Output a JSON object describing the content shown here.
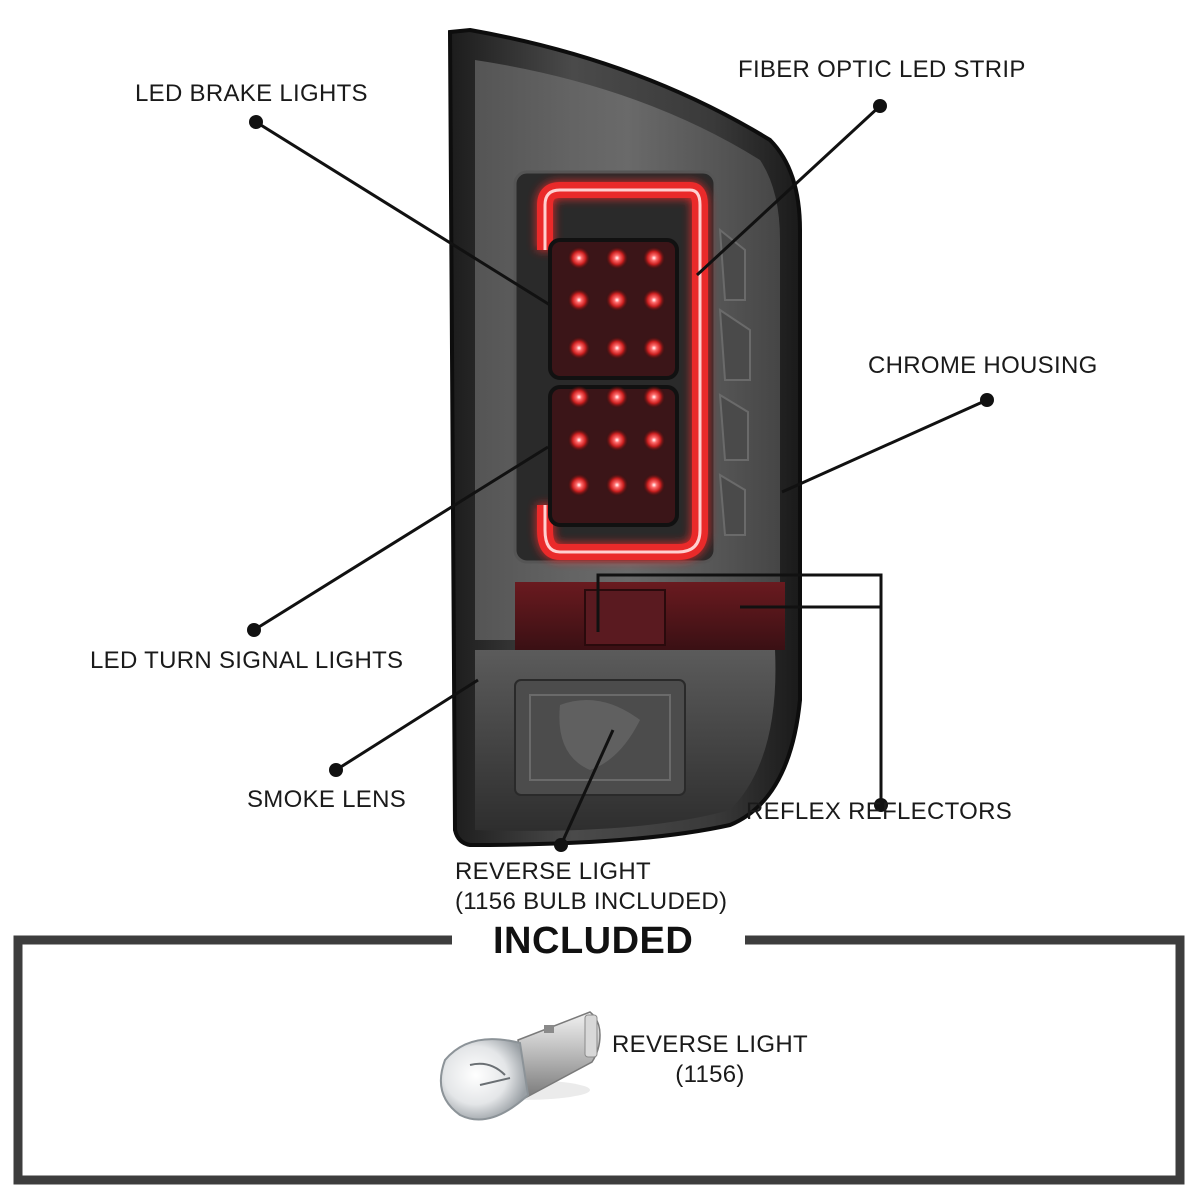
{
  "callouts": {
    "led_brake_lights": "LED BRAKE LIGHTS",
    "fiber_optic_led_strip": "FIBER OPTIC LED STRIP",
    "chrome_housing": "CHROME HOUSING",
    "led_turn_signal_lights": "LED TURN SIGNAL LIGHTS",
    "smoke_lens": "SMOKE LENS",
    "reflex_reflectors": "REFLEX REFLECTORS",
    "reverse_light_line1": "REVERSE LIGHT",
    "reverse_light_line2": "(1156 BULB INCLUDED)"
  },
  "included": {
    "title": "INCLUDED",
    "item_line1": "REVERSE LIGHT",
    "item_line2": "(1156)"
  },
  "colors": {
    "led_red": "#ff2a2a",
    "housing_smoke": "#3a3a3a",
    "frame_gray": "#3d3d3d",
    "callout_line": "#111111"
  },
  "icons": [
    "tail-light-illustration",
    "bulb-1156-illustration"
  ]
}
